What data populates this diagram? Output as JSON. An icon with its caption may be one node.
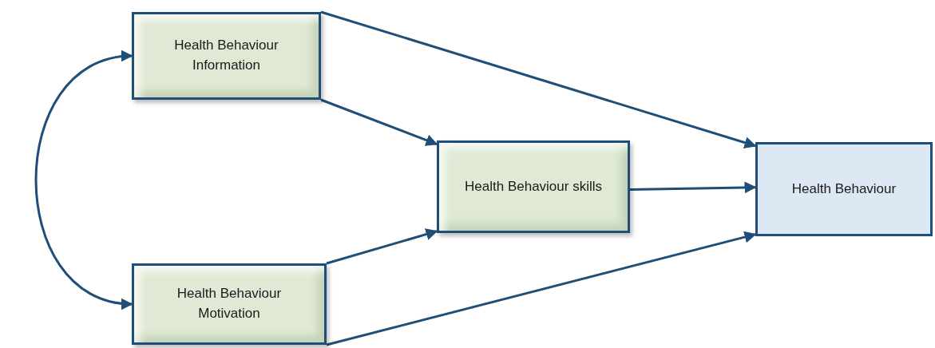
{
  "diagram": {
    "nodes": [
      {
        "text": [
          "Health Behaviour Information"
        ]
      },
      {
        "text": [
          "Health Behaviour skills"
        ]
      },
      {
        "text": [
          "Health Behaviour Motivation"
        ]
      },
      {
        "text": [
          "Health Behaviour"
        ]
      }
    ],
    "edges": [
      {
        "from": 0,
        "to": 2,
        "arrow": "both"
      },
      {
        "from": 0,
        "to": 3,
        "arrow": "to"
      },
      {
        "from": 0,
        "to": 1,
        "arrow": "to"
      },
      {
        "from": 2,
        "to": 1,
        "arrow": "to"
      },
      {
        "from": 1,
        "to": 3,
        "arrow": "to"
      },
      {
        "from": 2,
        "to": 3,
        "arrow": "to"
      }
    ]
  }
}
